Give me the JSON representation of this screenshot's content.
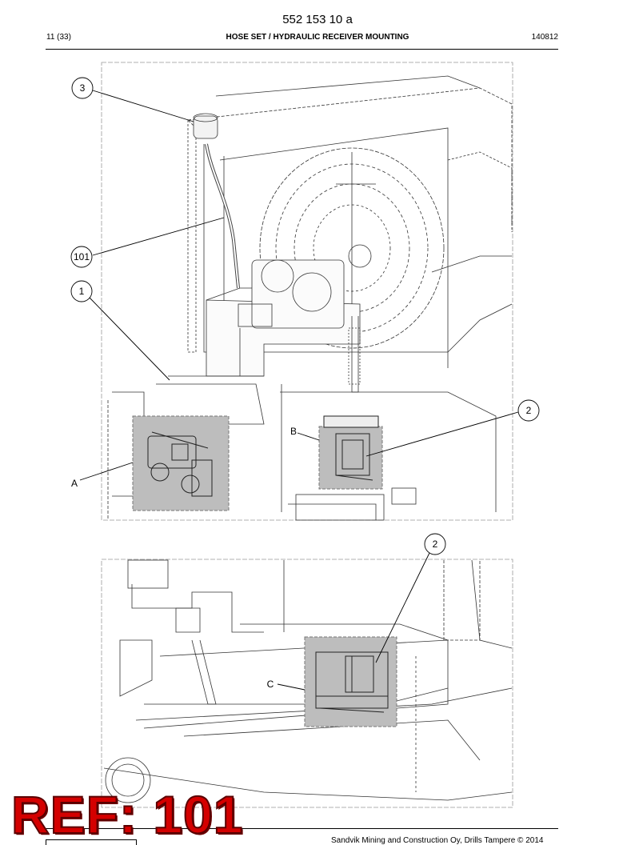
{
  "header": {
    "doc_number": "552 153 10 a",
    "page": "11 (33)",
    "title": "HOSE SET / HYDRAULIC RECEIVER MOUNTING",
    "date_code": "140812"
  },
  "callouts": {
    "top": {
      "c3": "3",
      "c101": "101",
      "c1": "1",
      "c2": "2",
      "a": "A",
      "b": "B"
    },
    "bottom": {
      "c2": "2",
      "c": "C"
    }
  },
  "stamp": "REF: 101",
  "footer": {
    "company": "Sandvik Mining and Construction Oy, Drills Tampere © 2014"
  }
}
